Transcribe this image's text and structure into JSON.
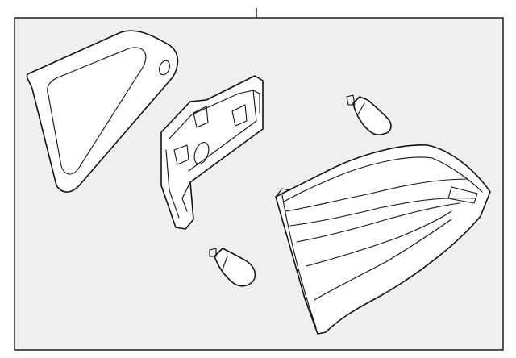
{
  "diagram": {
    "background_color": "#efefef",
    "frame_color": "#111111",
    "parts": [
      {
        "id": "gasket",
        "icon": "lamp-gasket-icon"
      },
      {
        "id": "bulb-holder-bracket",
        "icon": "bulb-holder-bracket-icon"
      },
      {
        "id": "bulb-small",
        "icon": "bulb-icon"
      },
      {
        "id": "bulb-large",
        "icon": "bulb-icon"
      },
      {
        "id": "tail-lamp-lens",
        "icon": "tail-lamp-lens-icon"
      }
    ]
  }
}
